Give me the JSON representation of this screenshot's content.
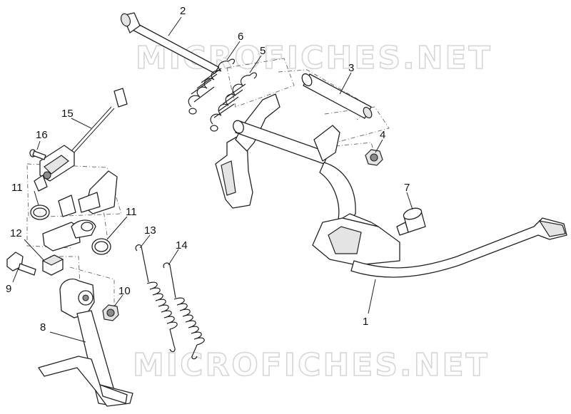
{
  "diagram": {
    "watermarks": [
      "MICROFICHES.NET",
      "MICROFICHES.NET"
    ],
    "callouts": [
      {
        "id": "c1",
        "label": "1"
      },
      {
        "id": "c2",
        "label": "2"
      },
      {
        "id": "c3",
        "label": "3"
      },
      {
        "id": "c4",
        "label": "4"
      },
      {
        "id": "c5",
        "label": "5"
      },
      {
        "id": "c6",
        "label": "6"
      },
      {
        "id": "c7",
        "label": "7"
      },
      {
        "id": "c8",
        "label": "8"
      },
      {
        "id": "c9",
        "label": "9"
      },
      {
        "id": "c10",
        "label": "10"
      },
      {
        "id": "c11a",
        "label": "11"
      },
      {
        "id": "c11b",
        "label": "11"
      },
      {
        "id": "c12",
        "label": "12"
      },
      {
        "id": "c13",
        "label": "13"
      },
      {
        "id": "c14",
        "label": "14"
      },
      {
        "id": "c15",
        "label": "15"
      },
      {
        "id": "c16",
        "label": "16"
      }
    ]
  }
}
